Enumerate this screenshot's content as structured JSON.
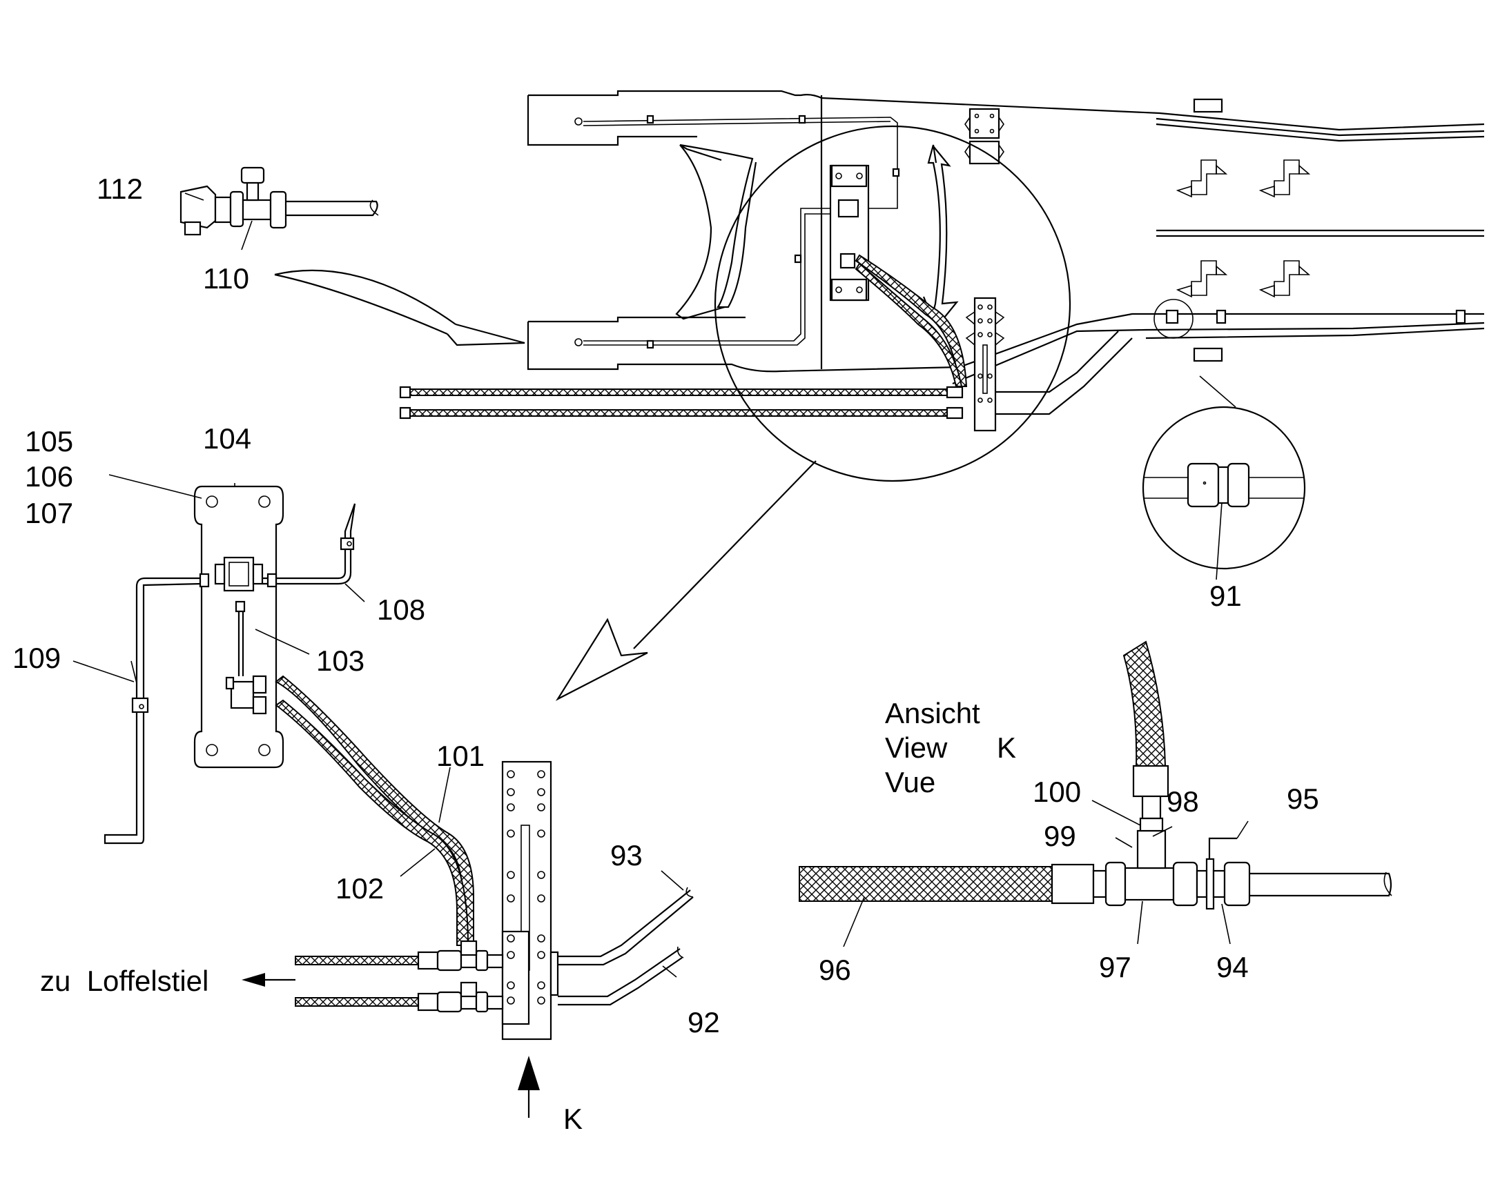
{
  "callouts": {
    "c91": "91",
    "c92": "92",
    "c93": "93",
    "c94": "94",
    "c95": "95",
    "c96": "96",
    "c97": "97",
    "c98": "98",
    "c99": "99",
    "c100": "100",
    "c101": "101",
    "c102": "102",
    "c103": "103",
    "c104": "104",
    "c105": "105",
    "c106": "106",
    "c107": "107",
    "c108": "108",
    "c109": "109",
    "c110": "110",
    "c112": "112"
  },
  "view": {
    "line1": "Ansicht",
    "line2": "View",
    "line3": "Vue",
    "letter": "K"
  },
  "arrow_k": "K",
  "direction_label": "zu  Loffelstiel"
}
